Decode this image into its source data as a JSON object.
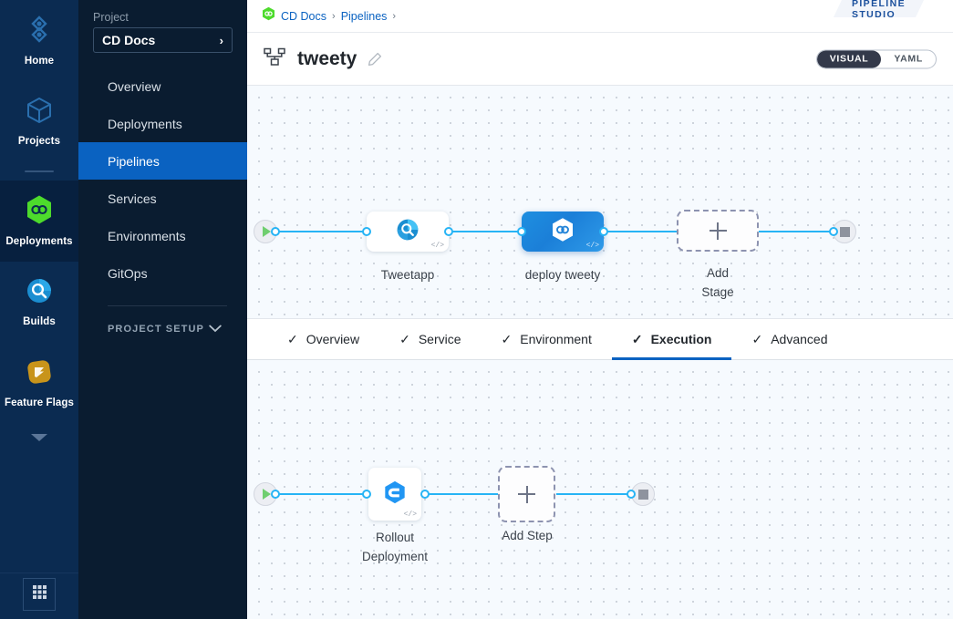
{
  "rail": {
    "items": [
      {
        "label": "Home",
        "icon": "home-diamond-icon",
        "active": false
      },
      {
        "label": "Projects",
        "icon": "cube-icon",
        "active": false
      },
      {
        "label": "Deployments",
        "icon": "deployments-hexagon-icon",
        "active": true
      },
      {
        "label": "Builds",
        "icon": "builds-circle-icon",
        "active": false
      },
      {
        "label": "Feature Flags",
        "icon": "feature-flags-icon",
        "active": false
      }
    ],
    "more_icon": "chevron-down-icon",
    "grid_icon": "grid-apps-icon"
  },
  "sidebar": {
    "project_label": "Project",
    "project_value": "CD Docs",
    "project_chevron": "›",
    "items": [
      {
        "label": "Overview",
        "active": false
      },
      {
        "label": "Deployments",
        "active": false
      },
      {
        "label": "Pipelines",
        "active": true
      },
      {
        "label": "Services",
        "active": false
      },
      {
        "label": "Environments",
        "active": false
      },
      {
        "label": "GitOps",
        "active": false
      }
    ],
    "setup_label": "PROJECT SETUP",
    "setup_chevron": "⌄"
  },
  "header": {
    "breadcrumbs": [
      {
        "label": "CD Docs",
        "sep": "›"
      },
      {
        "label": "Pipelines",
        "sep": "›"
      }
    ],
    "studio_badge": "PIPELINE STUDIO",
    "pipeline_icon": "pipeline-nodes-icon",
    "pipeline_title": "tweety",
    "edit_icon": "pencil-edit-icon",
    "view_toggle": {
      "options": [
        "VISUAL",
        "YAML"
      ],
      "selected": "VISUAL"
    }
  },
  "stage_canvas": {
    "start_node": {
      "name": "start-node",
      "icon": "play-icon"
    },
    "stages": [
      {
        "label": "Tweetapp",
        "icon": "build-stage-icon",
        "selected": false,
        "code_glyph": "</>"
      },
      {
        "label": "deploy tweety",
        "icon": "deploy-stage-icon",
        "selected": true,
        "code_glyph": "</>"
      }
    ],
    "add_stage": {
      "label": "Add Stage",
      "icon": "plus-icon"
    },
    "end_node": {
      "name": "end-node",
      "icon": "stop-icon"
    }
  },
  "tabs": [
    {
      "label": "Overview",
      "check": "✓",
      "active": false
    },
    {
      "label": "Service",
      "check": "✓",
      "active": false
    },
    {
      "label": "Environment",
      "check": "✓",
      "active": false
    },
    {
      "label": "Execution",
      "check": "✓",
      "active": true
    },
    {
      "label": "Advanced",
      "check": "✓",
      "active": false
    }
  ],
  "step_canvas": {
    "start_node": {
      "name": "start-node",
      "icon": "play-icon"
    },
    "steps": [
      {
        "label": "Rollout Deployment",
        "line1": "Rollout",
        "line2": "Deployment",
        "icon": "rollout-deployment-icon",
        "code_glyph": "</>"
      }
    ],
    "add_step": {
      "label": "Add Step",
      "icon": "plus-icon"
    },
    "end_node": {
      "name": "end-node",
      "icon": "stop-icon"
    }
  },
  "colors": {
    "accent_blue": "#0a62c1",
    "edge_blue": "#27b4f5",
    "rail_bg": "#0b2b51",
    "sidebar_bg": "#0a1c30",
    "canvas_bg": "#f6fafe",
    "selected_node": "#1b7fd8",
    "green": "#6fce6f"
  }
}
